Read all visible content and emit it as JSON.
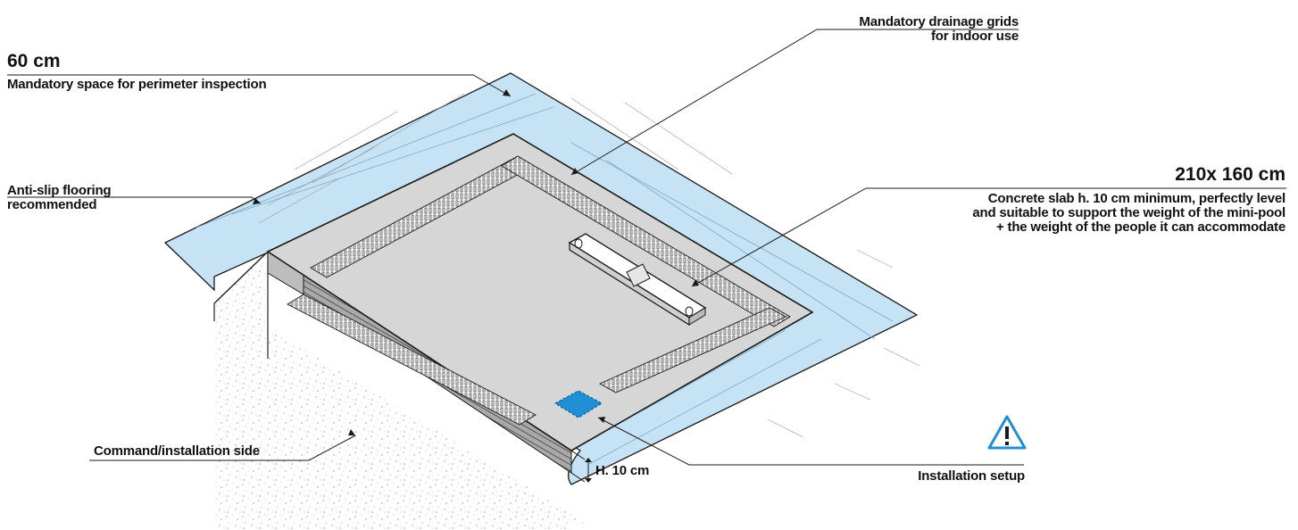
{
  "colors": {
    "flooring": "#c6e3f6",
    "slab_top": "#d6d6d6",
    "slab_side": "#bdbdbd",
    "installation_setup": "#1f8fd6",
    "warning": "#1f8fd6",
    "line": "#1a1a1a"
  },
  "labels": {
    "space_value": "60 cm",
    "space_desc": "Mandatory space for perimeter inspection",
    "antislip_1": "Anti-slip flooring",
    "antislip_2": "recommended",
    "command_side": "Command/installation side",
    "drainage_1": "Mandatory drainage grids",
    "drainage_2": "for indoor use",
    "slab_size": "210x 160 cm",
    "slab_desc_1": "Concrete slab h. 10 cm minimum, perfectly level",
    "slab_desc_2": "and suitable to support the weight of the mini-pool",
    "slab_desc_3": "+ the weight of the people it can accommodate",
    "height": "H. 10 cm",
    "installation_setup": "Installation setup"
  },
  "icons": {
    "warning": "warning-triangle-icon",
    "level": "spirit-level-icon"
  }
}
